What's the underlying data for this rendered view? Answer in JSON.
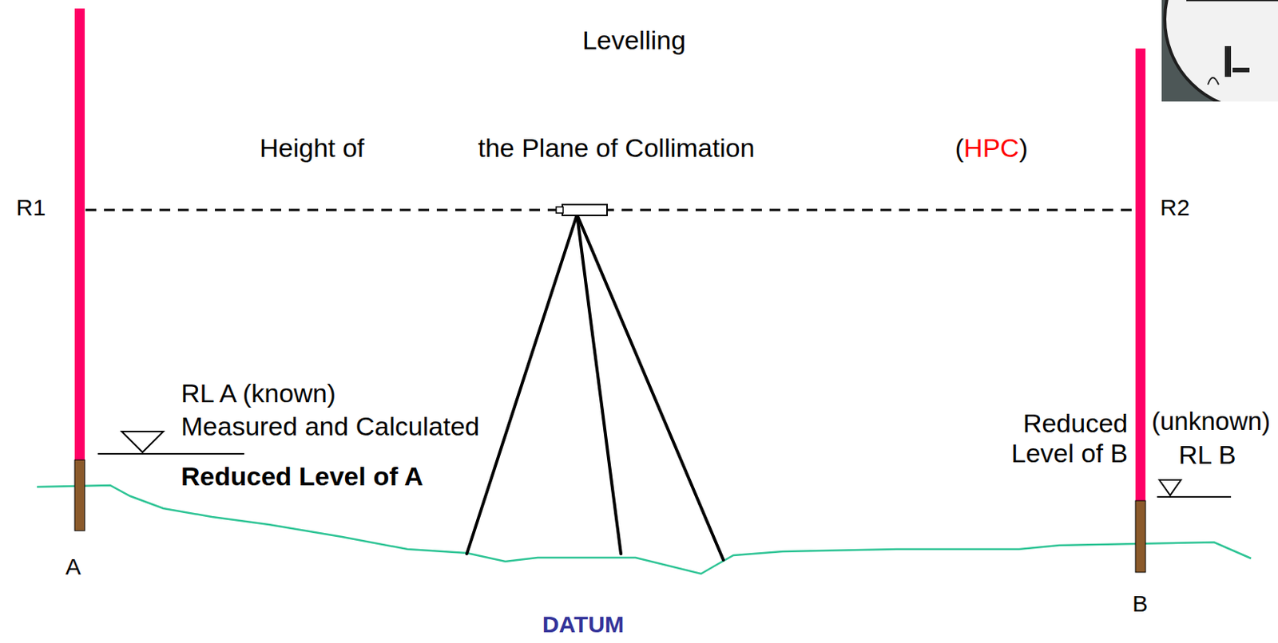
{
  "diagram": {
    "title": "Levelling",
    "labels": [
      "Height of",
      "the Plane of Collimation",
      "(HPC)",
      "R1",
      "R2",
      "RL A (known)",
      "Measured and Calculated",
      "Reduced Level of A",
      "Reduced Level of B",
      "(unknown)",
      "RL B",
      "A",
      "B",
      "DATUM"
    ]
  }
}
